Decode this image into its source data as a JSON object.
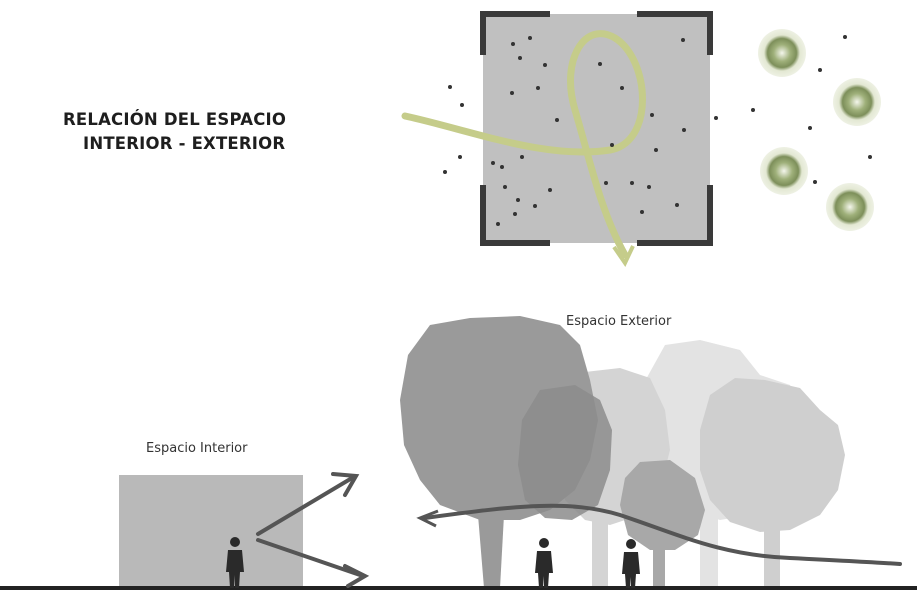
{
  "title": {
    "line1": "RELACIÓN DEL ESPACIO",
    "line2": "INTERIOR - EXTERIOR"
  },
  "labels": {
    "exterior": "Espacio Exterior",
    "interior": "Espacio Interior"
  },
  "colors": {
    "plan_square": "#c0c0c0",
    "plan_corners": "#3a3a3a",
    "path_ribbon": "#c5cc8a",
    "tree_bullseye": "#8a9a66",
    "interior_box": "#b9b9b9",
    "silhouette": "#2a2a2a",
    "ground": "#222222"
  }
}
